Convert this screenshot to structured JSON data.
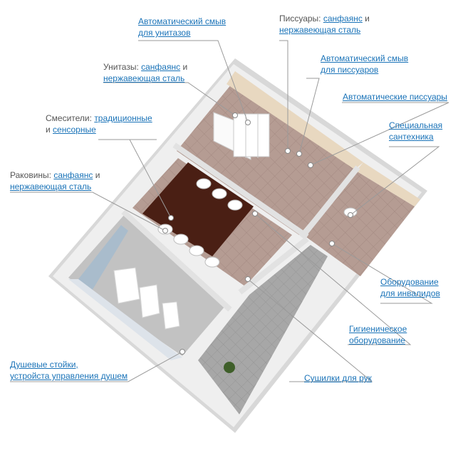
{
  "labels": {
    "auto_flush_toilets": {
      "line1": "Автоматический смыв",
      "line2": "для унитазов"
    },
    "urinals": {
      "prefix": "Писсуары:",
      "link1": "санфаянс",
      "mid": "и",
      "link2": "нержавеющая сталь"
    },
    "auto_flush_urinals": {
      "line1": "Автоматический смыв",
      "line2": "для писсуаров"
    },
    "auto_urinals": {
      "text": "Автоматические писсуары"
    },
    "toilets": {
      "prefix": "Унитазы:",
      "link1": "санфаянс",
      "mid": "и",
      "link2": "нержавеющая сталь"
    },
    "special_plumbing": {
      "line1": "Специальная",
      "line2": "сантехника"
    },
    "mixers": {
      "prefix": "Смесители:",
      "link1": "традиционные",
      "mid": "и",
      "link2": "сенсорные"
    },
    "sinks": {
      "prefix": "Раковины:",
      "link1": "санфаянс",
      "mid": "и",
      "link2": "нержавеющая сталь"
    },
    "disabled_equipment": {
      "line1": "Оборудование",
      "line2": "для инвалидов"
    },
    "hygiene_equipment": {
      "line1": "Гигиеническое",
      "line2": "оборудование"
    },
    "hand_dryers": {
      "text": "Сушилки для рук"
    },
    "shower_stands": {
      "line1": "Душевые стойки,",
      "line2": "устройста управления душем"
    }
  },
  "colors": {
    "link": "#1a73b8",
    "text": "#555555",
    "leader": "#9a9a9a",
    "wall": "#f1f1f1",
    "floor_main": "#b49a91",
    "counter": "#4a1f14",
    "shower_wall": "#a9bccc",
    "beige_wall": "#e6d6bd"
  }
}
